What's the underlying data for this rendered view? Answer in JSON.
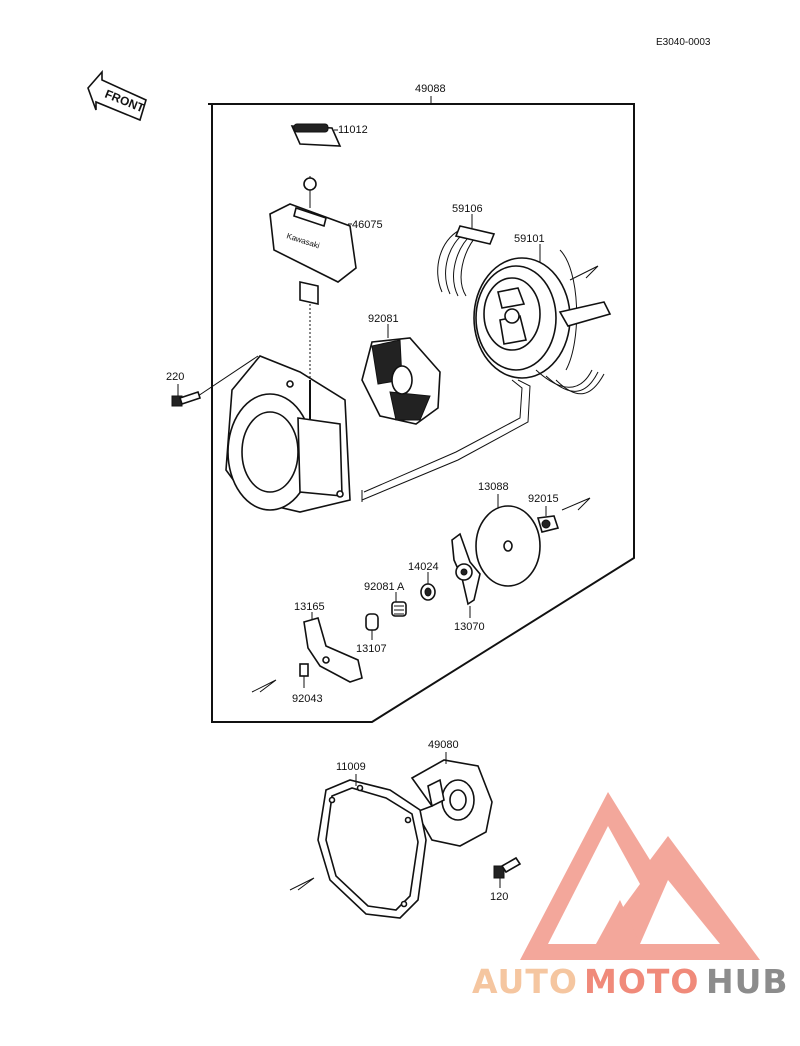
{
  "diagram": {
    "code": "E3040-0003",
    "front_label": "FRONT",
    "labels": {
      "p49088": "49088",
      "p11012": "11012",
      "p46075": "46075",
      "p59106": "59106",
      "p59101": "59101",
      "p92081": "92081",
      "p220": "220",
      "p13088": "13088",
      "p92015": "92015",
      "p14024": "14024",
      "p92081A": "92081 A",
      "p13165": "13165",
      "p13107": "13107",
      "p13070": "13070",
      "p92043": "92043",
      "p49080": "49080",
      "p11009": "11009",
      "p120": "120"
    },
    "handle_text": "Kawasaki"
  },
  "watermark": {
    "text_auto": "AUTO",
    "text_moto": "MOTO",
    "text_hub": "HUB",
    "color_light": "#f5c6a0",
    "color_red": "#e8423c",
    "color_gray": "#8c8c8c"
  }
}
